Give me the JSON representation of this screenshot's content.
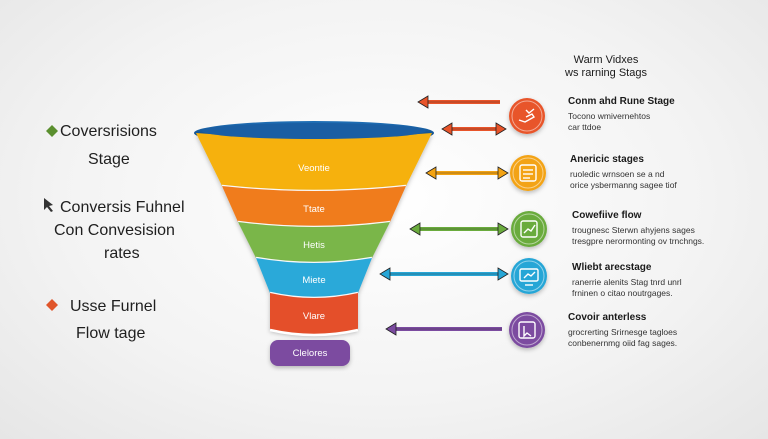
{
  "top_note": {
    "line1": "Warm Vidxes",
    "line2": "ws rarning Stags"
  },
  "left_labels": [
    {
      "title": "Coversrisions",
      "subtitle": "Stage",
      "icon": "diamond-icon",
      "color": "#5a8f2e"
    },
    {
      "title": "Conversis Fuhnel",
      "subtitle": "Con Convesision",
      "extra": "rates",
      "icon": "cursor-icon",
      "color": "#333333"
    },
    {
      "title": "Usse Furnel",
      "subtitle": "Flow tage",
      "icon": "diamond-icon",
      "color": "#e0552a"
    }
  ],
  "funnel": [
    {
      "label": "Veontie",
      "color": "#f6b10f"
    },
    {
      "label": "Ttate",
      "color": "#f07c1e"
    },
    {
      "label": "Hetis",
      "color": "#7ab648"
    },
    {
      "label": "Miete",
      "color": "#2aa9d9"
    },
    {
      "label": "Vlare",
      "color": "#e4502b"
    },
    {
      "label": "Clelores",
      "color": "#7b4ba0"
    }
  ],
  "stages": [
    {
      "title": "Conm ahd Rune Stage",
      "desc1": "Tocono wmivernehtos",
      "desc2": "car ttdoe",
      "icon": "hand-icon",
      "color": "#e8542a"
    },
    {
      "title": "Anericic stages",
      "desc1": "ruoledic wrnsoen se a nd",
      "desc2": "orice ysbermanng sagee tiof",
      "icon": "document-icon",
      "color": "#f3a313"
    },
    {
      "title": "Cowefiive flow",
      "desc1": "trougnesc Sterwn ahyjens sages",
      "desc2": "tresgpre nerormonting ov trnchngs.",
      "icon": "chart-icon",
      "color": "#6aab3d"
    },
    {
      "title": "Wliebt arecstage",
      "desc1": "ranerrie alenits Stag tnrd unrl",
      "desc2": "frninen o citao noutrgages.",
      "icon": "screen-icon",
      "color": "#27a6d6"
    },
    {
      "title": "Covoir anterless",
      "desc1": "grocrerting Srirnesge tagloes",
      "desc2": "conbenernmg oiid fag sages.",
      "icon": "pointer-icon",
      "color": "#7b4ba0"
    }
  ]
}
